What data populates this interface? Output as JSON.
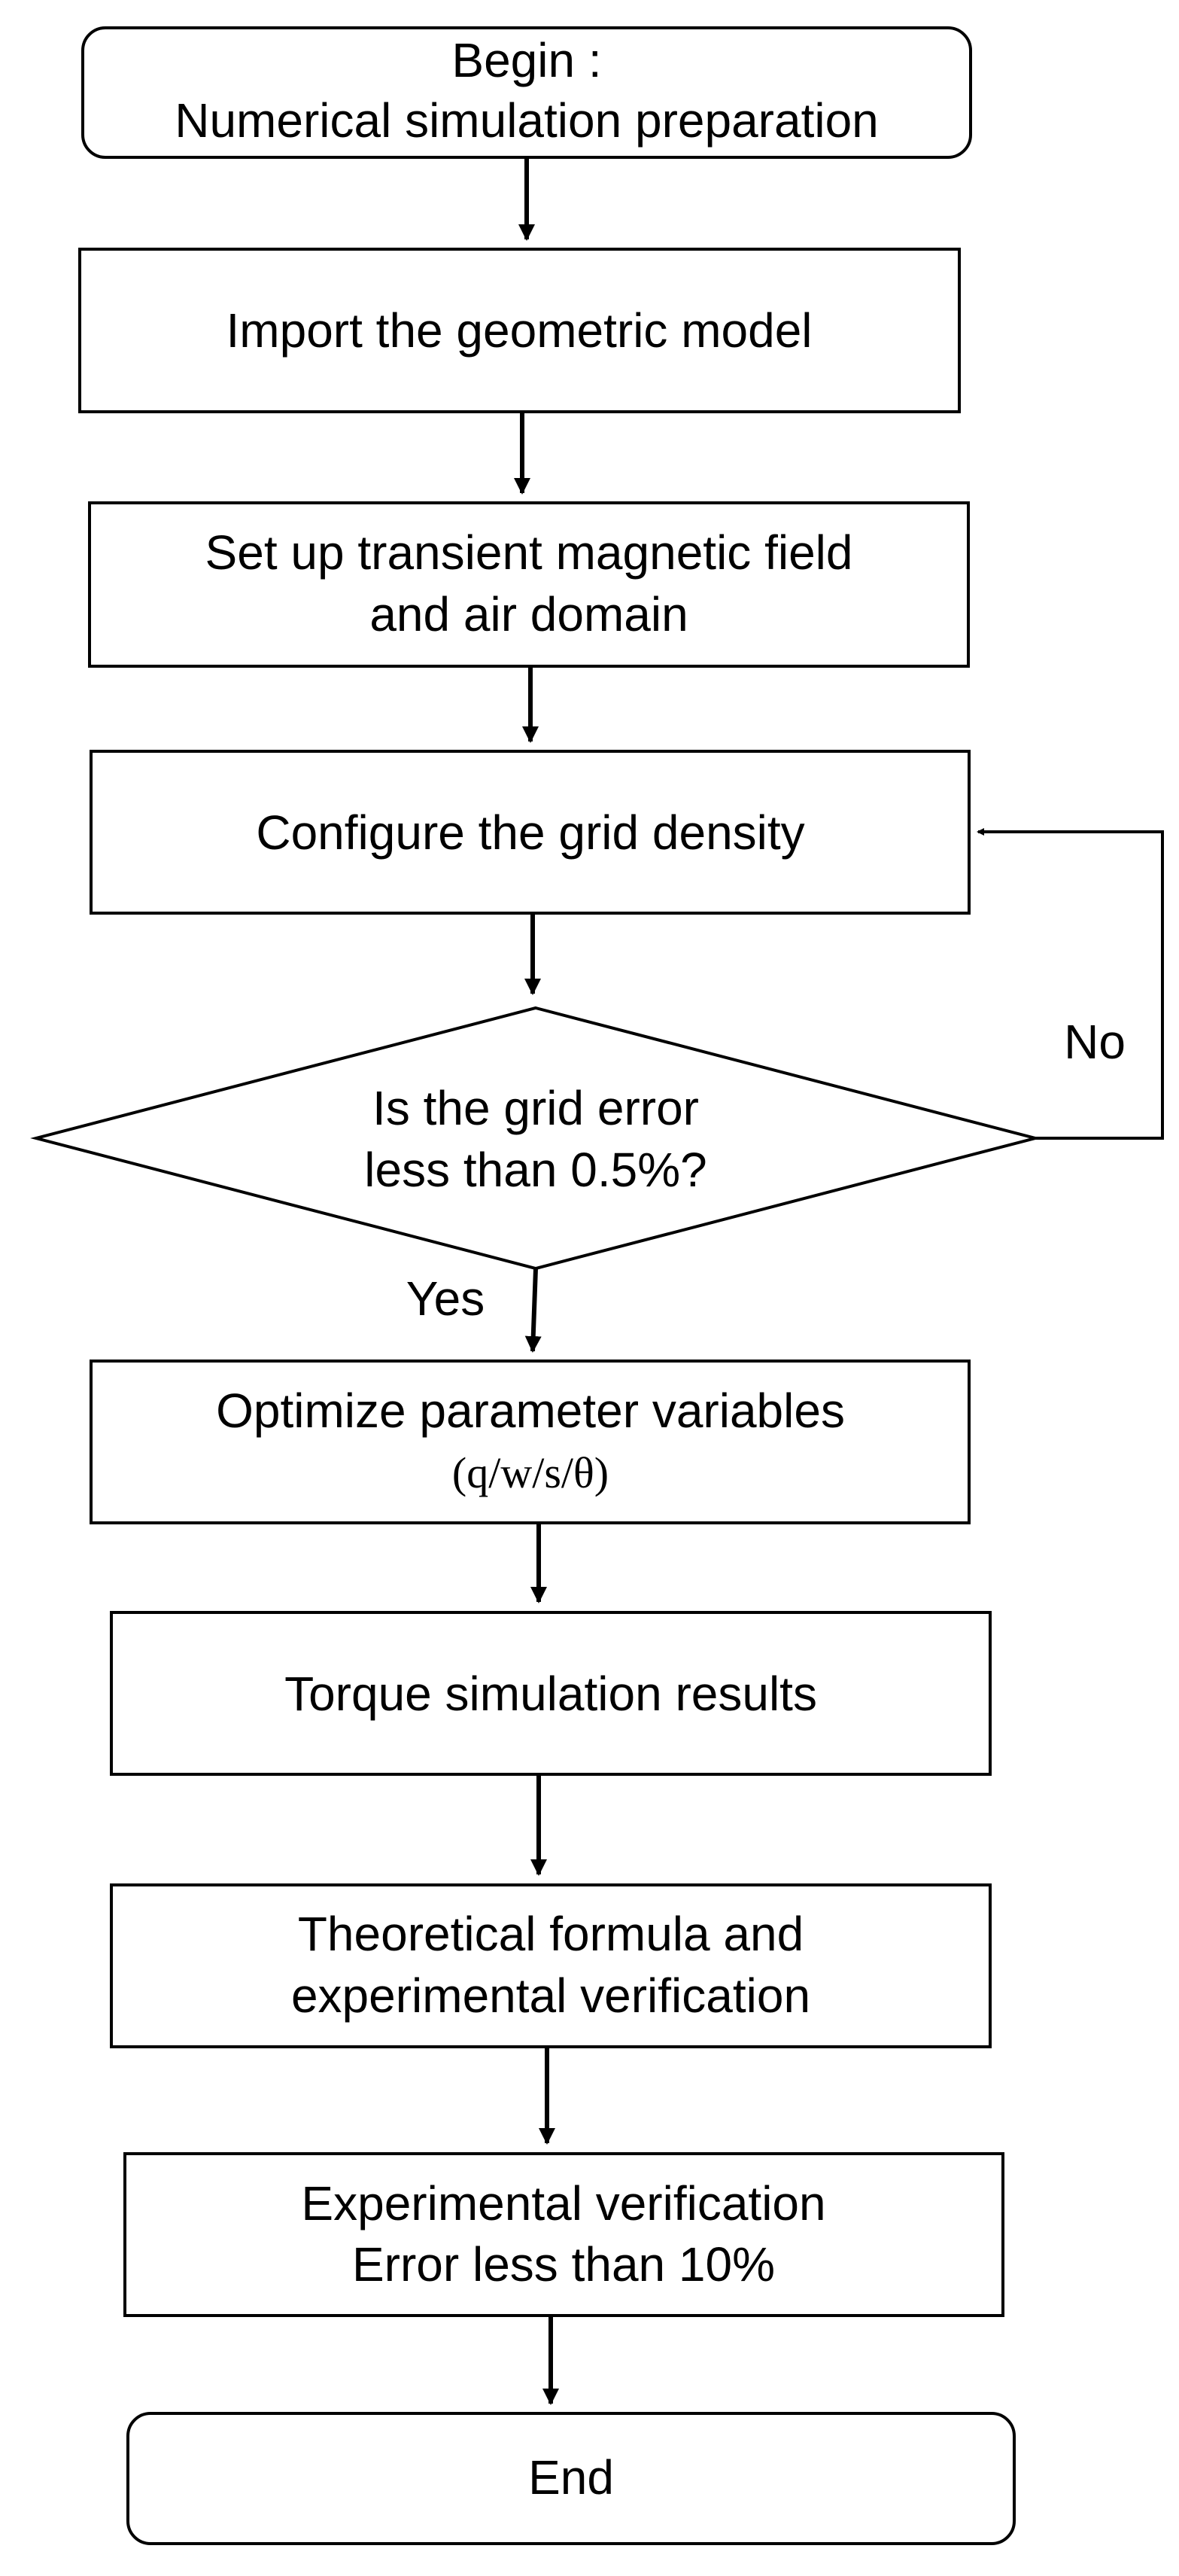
{
  "nodes": {
    "begin": {
      "line1": "Begin :",
      "line2": "Numerical simulation preparation"
    },
    "import": {
      "label": "Import the geometric model"
    },
    "setup": {
      "line1": "Set up transient magnetic field",
      "line2": "and air domain"
    },
    "grid": {
      "label": "Configure the grid density"
    },
    "decision": {
      "line1": "Is the grid error",
      "line2": "less than 0.5%?"
    },
    "optimize": {
      "line1": "Optimize parameter variables",
      "line2": "(q/w/s/θ)"
    },
    "torque": {
      "label": "Torque simulation results"
    },
    "theory": {
      "line1": "Theoretical formula and",
      "line2": "experimental verification"
    },
    "experiment": {
      "line1": "Experimental verification",
      "line2": "Error less than 10%"
    },
    "end": {
      "label": "End"
    }
  },
  "edges": {
    "yes_label": "Yes",
    "no_label": "No"
  }
}
